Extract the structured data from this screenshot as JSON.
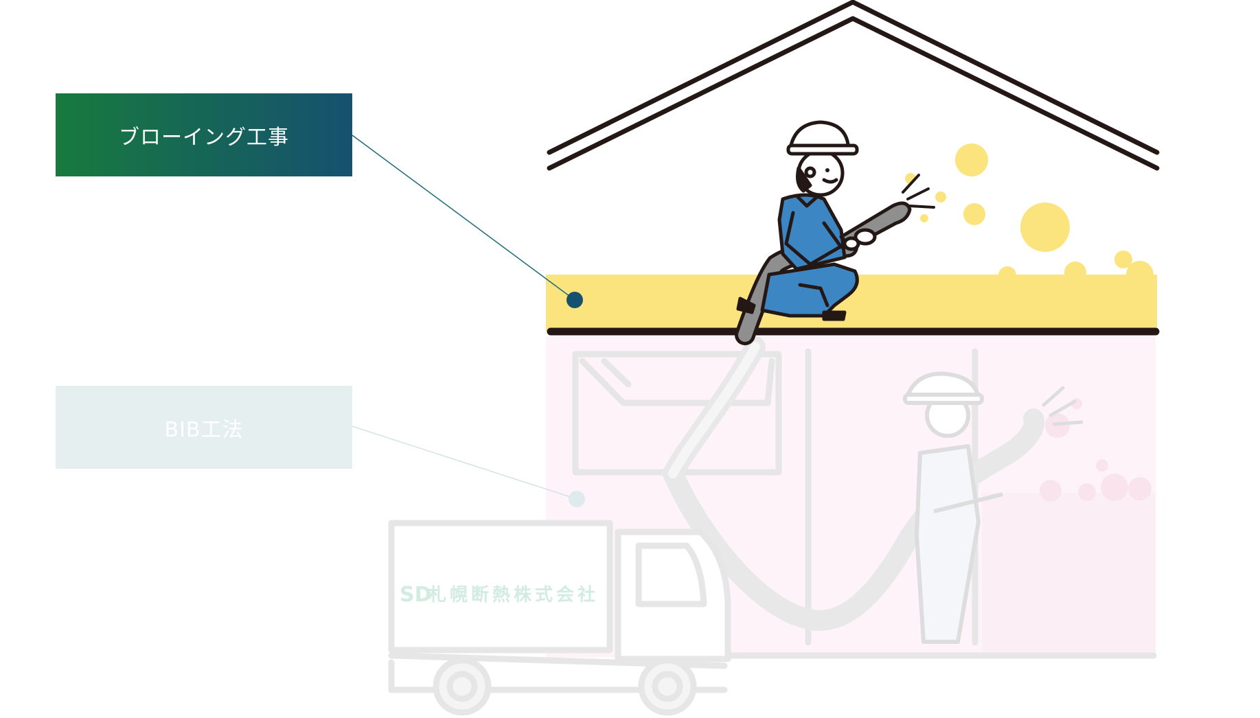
{
  "labels": {
    "active": "ブローイング工事",
    "inactive": "BIB工法"
  },
  "truck": {
    "company_name": "札幌断熱株式会社",
    "logo_text": "SD"
  },
  "colors": {
    "active_gradient_start": "#177a3e",
    "active_gradient_end": "#16516f",
    "inactive_box": "#e5eff0",
    "insulation_yellow": "#fbe37d",
    "wall_pink": "#fdf3f8",
    "worker_blue": "#3d86c4",
    "outline": "#231815",
    "faded_gray": "#e6e6e6"
  }
}
